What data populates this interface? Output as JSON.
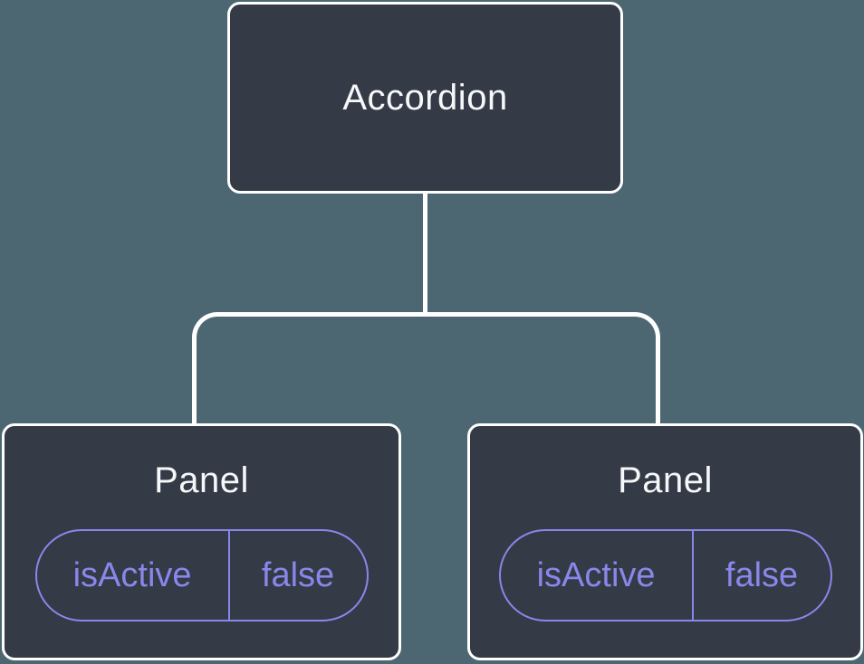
{
  "colors": {
    "background": "#4C6771",
    "node_fill": "#343A46",
    "node_border": "#FFFFFF",
    "connector": "#FFFFFF",
    "accent": "#8987EA",
    "title_text": "#F6F7F9"
  },
  "tree": {
    "root": {
      "label": "Accordion"
    },
    "children": [
      {
        "label": "Panel",
        "state": {
          "name": "isActive",
          "value": "false"
        }
      },
      {
        "label": "Panel",
        "state": {
          "name": "isActive",
          "value": "false"
        }
      }
    ]
  }
}
